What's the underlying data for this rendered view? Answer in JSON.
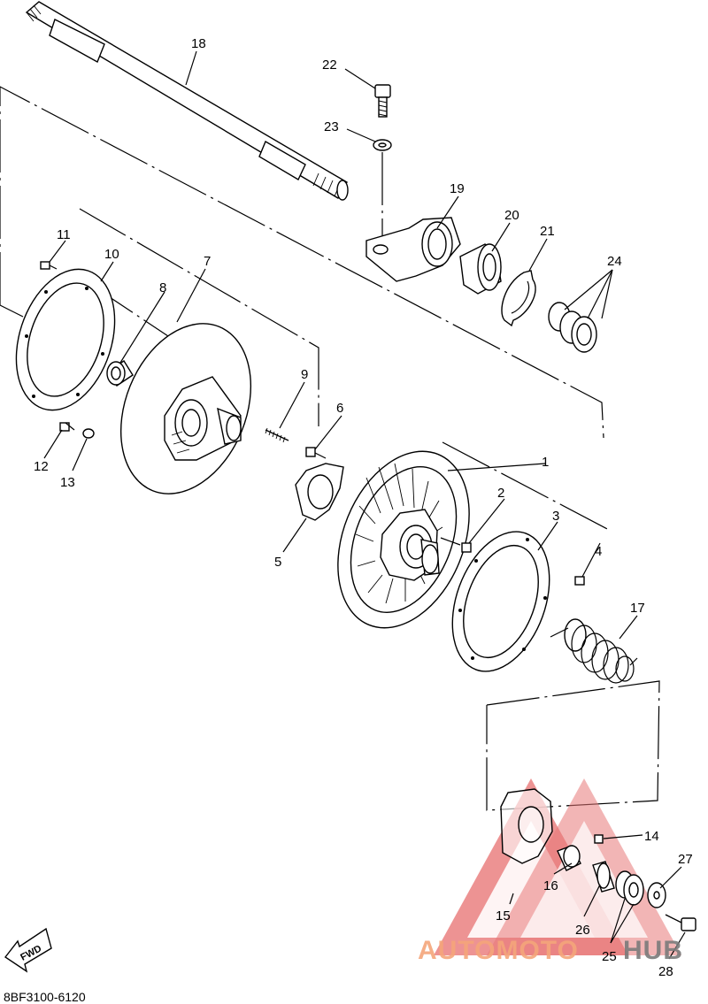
{
  "diagram": {
    "code": "8BF3100-6120",
    "fwd_label": "FWD",
    "part_numbers": [
      "1",
      "2",
      "3",
      "4",
      "5",
      "6",
      "7",
      "8",
      "9",
      "10",
      "11",
      "12",
      "13",
      "14",
      "15",
      "16",
      "17",
      "18",
      "19",
      "20",
      "21",
      "22",
      "23",
      "24",
      "25",
      "26",
      "27",
      "28"
    ]
  },
  "watermark": {
    "text_a": "AUTOMOTO",
    "text_b": "HUB",
    "color_a": "#f4a57a",
    "color_b": "#7a7a7a",
    "logo_color": "#e87878"
  }
}
